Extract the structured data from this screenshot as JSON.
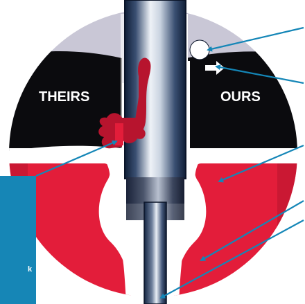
{
  "labels": {
    "theirs": "THEIRS",
    "ours": "OURS",
    "side_box_fragment": "k"
  },
  "colors": {
    "background": "#ffffff",
    "upper_chamber": "#c9c7d6",
    "seal_black": "#0b0b0e",
    "red_body": "#e31d3a",
    "red_dark": "#b7142e",
    "steel_light": "#e6ebf2",
    "steel_dark": "#1b2b44",
    "arrow_blue": "#1486b7",
    "side_box": "#1686b6"
  },
  "icons": {
    "leak_blob": "red-leak-blob-icon",
    "gap_marker": "white-gap-notch-icon",
    "small_white_arrow": "white-arrow-icon"
  }
}
